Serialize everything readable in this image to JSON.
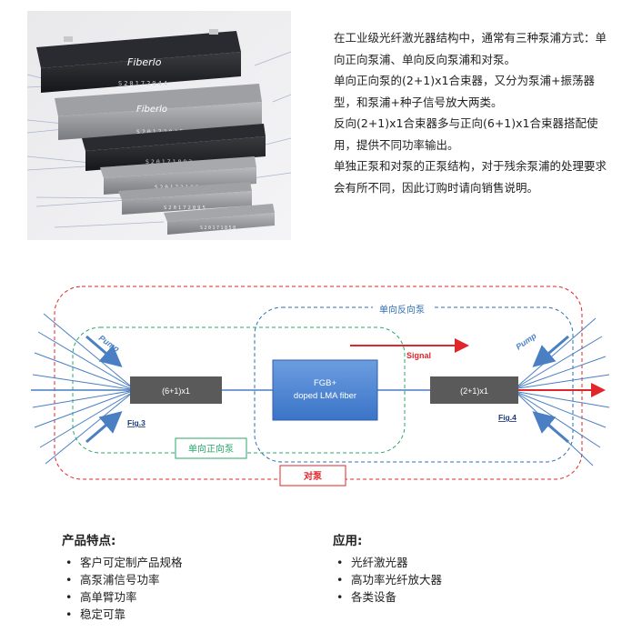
{
  "photo": {
    "brand": "Fiberlo",
    "serials": [
      "S20172044",
      "S20172045",
      "S20171883",
      "S20172102",
      "S20172095",
      "S20171858"
    ]
  },
  "intro": {
    "paragraphs": [
      "在工业级光纤激光器结构中，通常有三种泵浦方式：单向正向泵浦、单向反向泵浦和对泵。",
      "单向正向泵的(2+1)x1合束器，又分为泵浦+振荡器型，和泵浦+种子信号放大两类。",
      "反向(2+1)x1合束器多与正向(6+1)x1合束器搭配使用，提供不同功率输出。",
      "单独正泵和对泵的正泵结构，对于残余泵浦的处理要求会有所不同，因此订购时请向销售说明。"
    ]
  },
  "diagram": {
    "backward_label": "单向反向泵",
    "forward_label": "单向正向泵",
    "bidirectional_label": "对泵",
    "pump_left": "Pump",
    "pump_right": "Pump",
    "signal": "Signal",
    "left_box": "(6+1)x1",
    "center_box_line1": "FGB+",
    "center_box_line2": "doped LMA fiber",
    "right_box": "(2+1)x1",
    "fig_left": "Fig.3",
    "fig_right": "Fig.4",
    "colors": {
      "red": "#e0262a",
      "blue": "#2f6fb6",
      "green": "#2aa86a",
      "box": "#5a5a5a"
    }
  },
  "features": {
    "title": "产品特点:",
    "items": [
      "客户可定制产品规格",
      "高泵浦信号功率",
      "高单臂功率",
      "稳定可靠"
    ]
  },
  "applications": {
    "title": "应用:",
    "items": [
      "光纤激光器",
      "高功率光纤放大器",
      "各类设备"
    ]
  }
}
